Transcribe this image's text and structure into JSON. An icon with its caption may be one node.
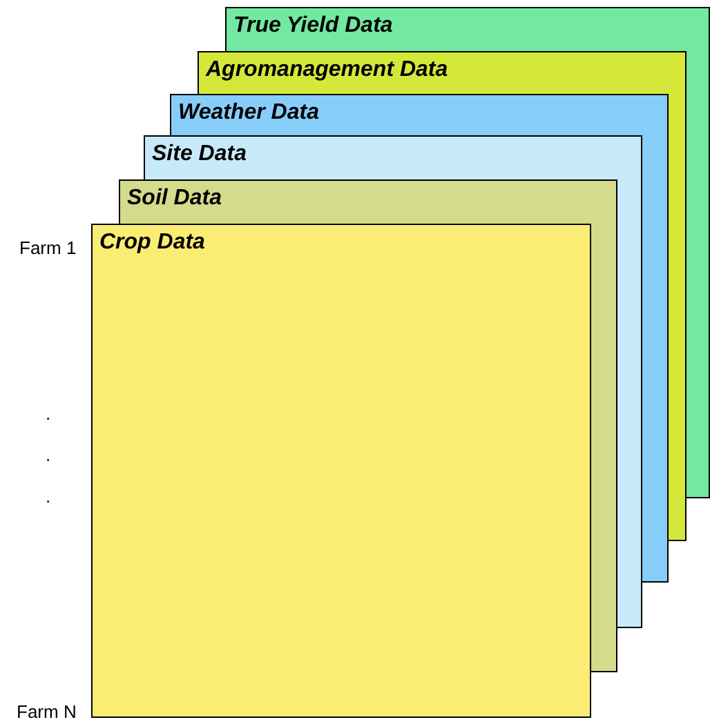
{
  "diagram": {
    "nodes": [
      {
        "text": [
          "True Yield Data"
        ]
      },
      {
        "text": [
          "Agromanagement Data"
        ]
      },
      {
        "text": [
          "Weather Data"
        ]
      },
      {
        "text": [
          "Site Data"
        ]
      },
      {
        "text": [
          "Soil Data"
        ]
      },
      {
        "text": [
          "Crop Data"
        ]
      }
    ],
    "labels": [
      "Farm 1",
      ".",
      ".",
      ".",
      "Farm N"
    ]
  }
}
